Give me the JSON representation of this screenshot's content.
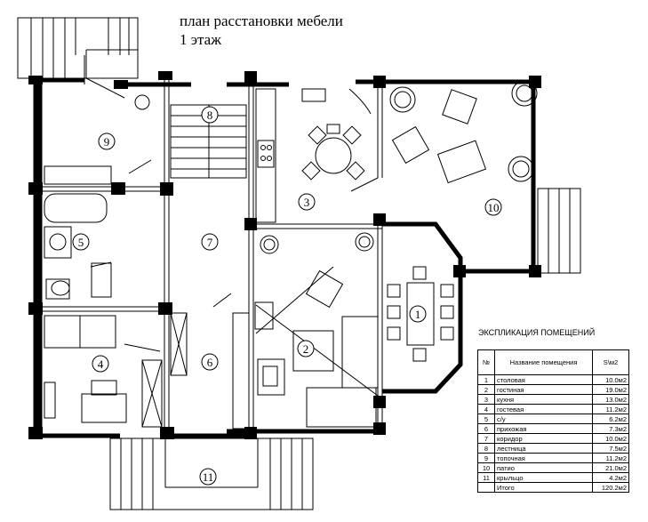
{
  "title": {
    "line1": "план расстановки мебели",
    "line2": "1 этаж"
  },
  "explication": {
    "heading": "ЭКСПЛИКАЦИЯ ПОМЕЩЕНИЙ",
    "columns": [
      "№",
      "Название помещения",
      "S\\м2"
    ],
    "rows": [
      {
        "num": "1",
        "name": "столовая",
        "area": "10.0м2"
      },
      {
        "num": "2",
        "name": "гостиная",
        "area": "19.0м2"
      },
      {
        "num": "3",
        "name": "кухня",
        "area": "13.0м2"
      },
      {
        "num": "4",
        "name": "гостевая",
        "area": "11.2м2"
      },
      {
        "num": "5",
        "name": "с/у",
        "area": "6.2м2"
      },
      {
        "num": "6",
        "name": "прихожая",
        "area": "7.3м2"
      },
      {
        "num": "7",
        "name": "коридор",
        "area": "10.0м2"
      },
      {
        "num": "8",
        "name": "лестница",
        "area": "7.5м2"
      },
      {
        "num": "9",
        "name": "топочная",
        "area": "11.2м2"
      },
      {
        "num": "10",
        "name": "патио",
        "area": "21.0м2"
      },
      {
        "num": "11",
        "name": "крыльцо",
        "area": "4.2м2"
      }
    ],
    "total": {
      "num": "",
      "name": "Итого",
      "area": "120.2м2"
    }
  },
  "room_labels": [
    "1",
    "2",
    "3",
    "4",
    "5",
    "6",
    "7",
    "8",
    "9",
    "10",
    "11"
  ]
}
